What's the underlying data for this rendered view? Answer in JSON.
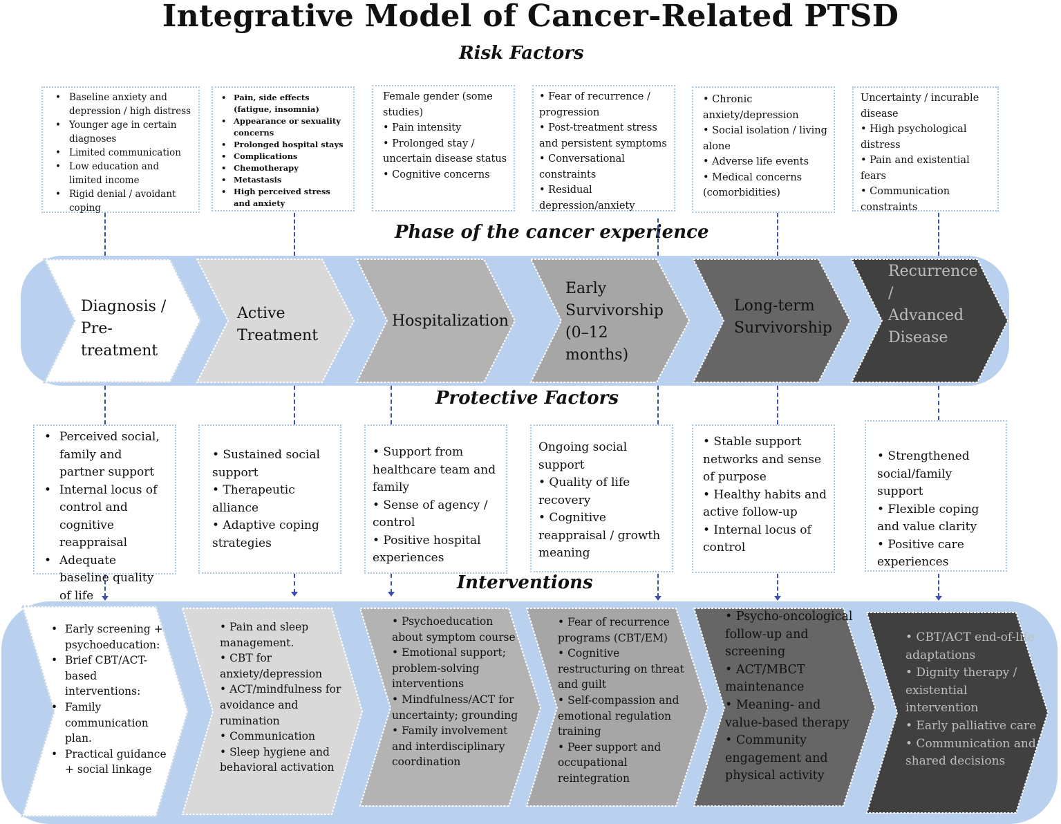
{
  "title": "Integrative Model of Cancer-Related PTSD",
  "headers": {
    "risk": "Risk Factors",
    "phase": "Phase of the cancer experience",
    "protective": "Protective Factors",
    "interventions": "Interventions"
  },
  "colors": {
    "band": "#b9d1ee",
    "dotted_border": "#a8c6e6",
    "connector": "#3a4fb0",
    "stage_fills": [
      "#ffffff",
      "#d9d9d9",
      "#b3b3b3",
      "#a6a6a6",
      "#666666",
      "#404040"
    ]
  },
  "risk_factors": [
    [
      "Baseline anxiety and depression / high distress",
      "Younger age in certain diagnoses",
      "Limited communication",
      "Low education and limited income",
      "Rigid denial / avoidant coping"
    ],
    [
      "Pain, side effects (fatigue, insomnia)",
      "Appearance or sexuality concerns",
      "Prolonged hospital stays",
      "Complications",
      "Chemotherapy",
      "Metastasis",
      " High perceived stress and anxiety"
    ],
    [
      "Female gender (some studies)",
      "• Pain intensity",
      "• Prolonged stay / uncertain disease status",
      "• Cognitive concerns"
    ],
    [
      "• Fear of recurrence / progression",
      "• Post-treatment stress and persistent symptoms",
      "• Conversational constraints",
      "• Residual depression/anxiety"
    ],
    [
      "• Chronic anxiety/depression",
      "• Social isolation / living alone",
      "• Adverse life events",
      "• Medical concerns (comorbidities)"
    ],
    [
      "Uncertainty / incurable disease",
      "• High psychological distress",
      "• Pain and existential fears",
      "• Communication constraints"
    ]
  ],
  "phases": [
    "Diagnosis / Pre-treatment",
    "Active Treatment",
    "Hospitalization",
    "Early Survivorship (0–12 months)",
    "Long-term Survivorship",
    "Recurrence / Advanced Disease"
  ],
  "protective_factors": [
    [
      "Perceived social, family and partner support",
      "Internal locus of control and cognitive reappraisal",
      "Adequate baseline quality of life"
    ],
    [
      "• Sustained social support",
      "• Therapeutic alliance",
      "• Adaptive coping strategies"
    ],
    [
      "• Support from healthcare team and family",
      "• Sense of agency / control",
      "• Positive hospital experiences"
    ],
    [
      "Ongoing social support",
      "• Quality of life recovery",
      "• Cognitive reappraisal / growth meaning"
    ],
    [
      "• Stable support networks and sense of purpose",
      "• Healthy habits and active follow-up",
      "• Internal locus of control"
    ],
    [
      "• Strengthened social/family support",
      "• Flexible coping and value clarity",
      "• Positive care experiences"
    ]
  ],
  "interventions": [
    [
      "Early screening + psychoeducation:",
      "Brief CBT/ACT-based interventions:",
      "Family communication plan.",
      "Practical guidance + social linkage"
    ],
    [
      "• Pain and sleep management.",
      "• CBT for anxiety/depression",
      "• ACT/mindfulness for avoidance and rumination",
      "• Communication",
      "• Sleep hygiene and behavioral activation"
    ],
    [
      "• Psychoeducation about symptom course",
      "• Emotional support; problem-solving interventions",
      "• Mindfulness/ACT for uncertainty; grounding",
      "• Family involvement and interdisciplinary coordination"
    ],
    [
      "• Fear of recurrence programs (CBT/EM)",
      "• Cognitive restructuring on threat and guilt",
      "• Self-compassion and emotional regulation training",
      "• Peer support and occupational reintegration"
    ],
    [
      "• Psycho-oncological follow-up and screening",
      "• ACT/MBCT maintenance",
      "• Meaning- and value-based therapy",
      "• Community engagement and physical activity"
    ],
    [
      "• CBT/ACT end-of-life adaptations",
      "• Dignity therapy / existential intervention",
      "• Early palliative care",
      "• Communication and shared decisions"
    ]
  ]
}
